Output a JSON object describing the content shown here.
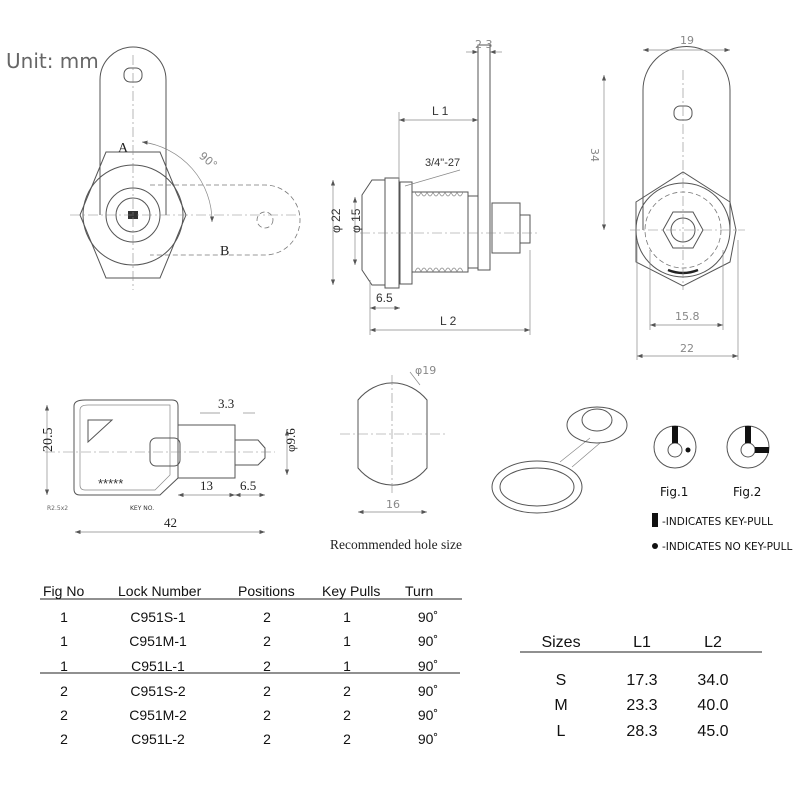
{
  "unit_label": "Unit:  mm",
  "front_view": {
    "label_a": "A",
    "label_b": "B",
    "angle": "90°"
  },
  "side_view": {
    "thickness": "2 3",
    "l1": "L 1",
    "thread": "3/4\"-27",
    "dia_outer": "φ 22",
    "dia_inner": "φ 15",
    "depth": "6.5",
    "l2": "L 2"
  },
  "rear_view": {
    "width": "19",
    "height": "34",
    "inner": "15.8",
    "outer": "22"
  },
  "key": {
    "height": "20.5",
    "dim_3_3": "3.3",
    "dim_13": "13",
    "dim_6_5": "6.5",
    "dia": "φ9.6",
    "length": "42",
    "key_no_marks": "*****",
    "key_no_label": "KEY NO.",
    "radius_note": "R2.5x2"
  },
  "hole": {
    "dia": "φ19",
    "width": "16",
    "caption": "Recommended hole size"
  },
  "figures": {
    "fig1": "Fig.1",
    "fig2": "Fig.2",
    "legend_keypull": "-INDICATES KEY-PULL",
    "legend_nokeypull": "-INDICATES NO KEY-PULL"
  },
  "lock_table": {
    "headers": [
      "Fig No",
      "Lock Number",
      "Positions",
      "Key Pulls",
      "Turn"
    ],
    "rows": [
      [
        "1",
        "C951S-1",
        "2",
        "1",
        "90˚"
      ],
      [
        "1",
        "C951M-1",
        "2",
        "1",
        "90˚"
      ],
      [
        "1",
        "C951L-1",
        "2",
        "1",
        "90˚"
      ],
      [
        "2",
        "C951S-2",
        "2",
        "2",
        "90˚"
      ],
      [
        "2",
        "C951M-2",
        "2",
        "2",
        "90˚"
      ],
      [
        "2",
        "C951L-2",
        "2",
        "2",
        "90˚"
      ]
    ]
  },
  "size_table": {
    "headers": [
      "Sizes",
      "L1",
      "L2"
    ],
    "rows": [
      [
        "S",
        "17.3",
        "34.0"
      ],
      [
        "M",
        "23.3",
        "40.0"
      ],
      [
        "L",
        "28.3",
        "45.0"
      ]
    ]
  }
}
